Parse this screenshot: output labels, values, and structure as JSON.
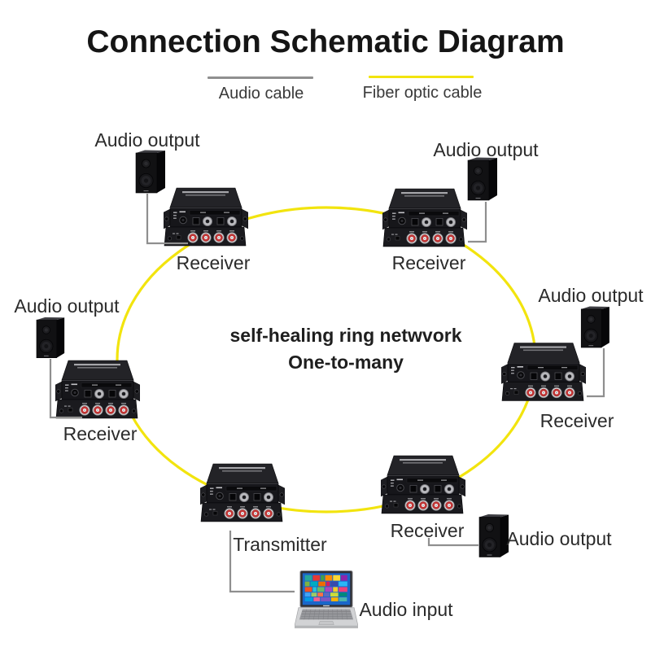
{
  "title": "Connection Schematic Diagram",
  "legend": {
    "audio": {
      "label": "Audio cable"
    },
    "fiber": {
      "label": "Fiber optic cable"
    }
  },
  "colors": {
    "fiber_cable": "#F2E40E",
    "audio_cable": "#8F8F8F",
    "device_body": "#1A1A1E",
    "rca_red": "#C23434",
    "background": "#FFFFFF"
  },
  "center_text": {
    "line1": "self-healing ring netwvork",
    "line2": "One-to-many"
  },
  "network": {
    "topology": "ring"
  },
  "nodes": [
    {
      "id": "receiver-top-left",
      "device_label": "Receiver",
      "peripheral": "speaker",
      "peripheral_label": "Audio output"
    },
    {
      "id": "receiver-top-right",
      "device_label": "Receiver",
      "peripheral": "speaker",
      "peripheral_label": "Audio output"
    },
    {
      "id": "receiver-left",
      "device_label": "Receiver",
      "peripheral": "speaker",
      "peripheral_label": "Audio output"
    },
    {
      "id": "receiver-right",
      "device_label": "Receiver",
      "peripheral": "speaker",
      "peripheral_label": "Audio output"
    },
    {
      "id": "transmitter-bottom",
      "device_label": "Transmitter",
      "peripheral": "laptop",
      "peripheral_label": "Audio input"
    },
    {
      "id": "receiver-bottom-right",
      "device_label": "Receiver",
      "peripheral": "speaker",
      "peripheral_label": "Audio output"
    }
  ]
}
